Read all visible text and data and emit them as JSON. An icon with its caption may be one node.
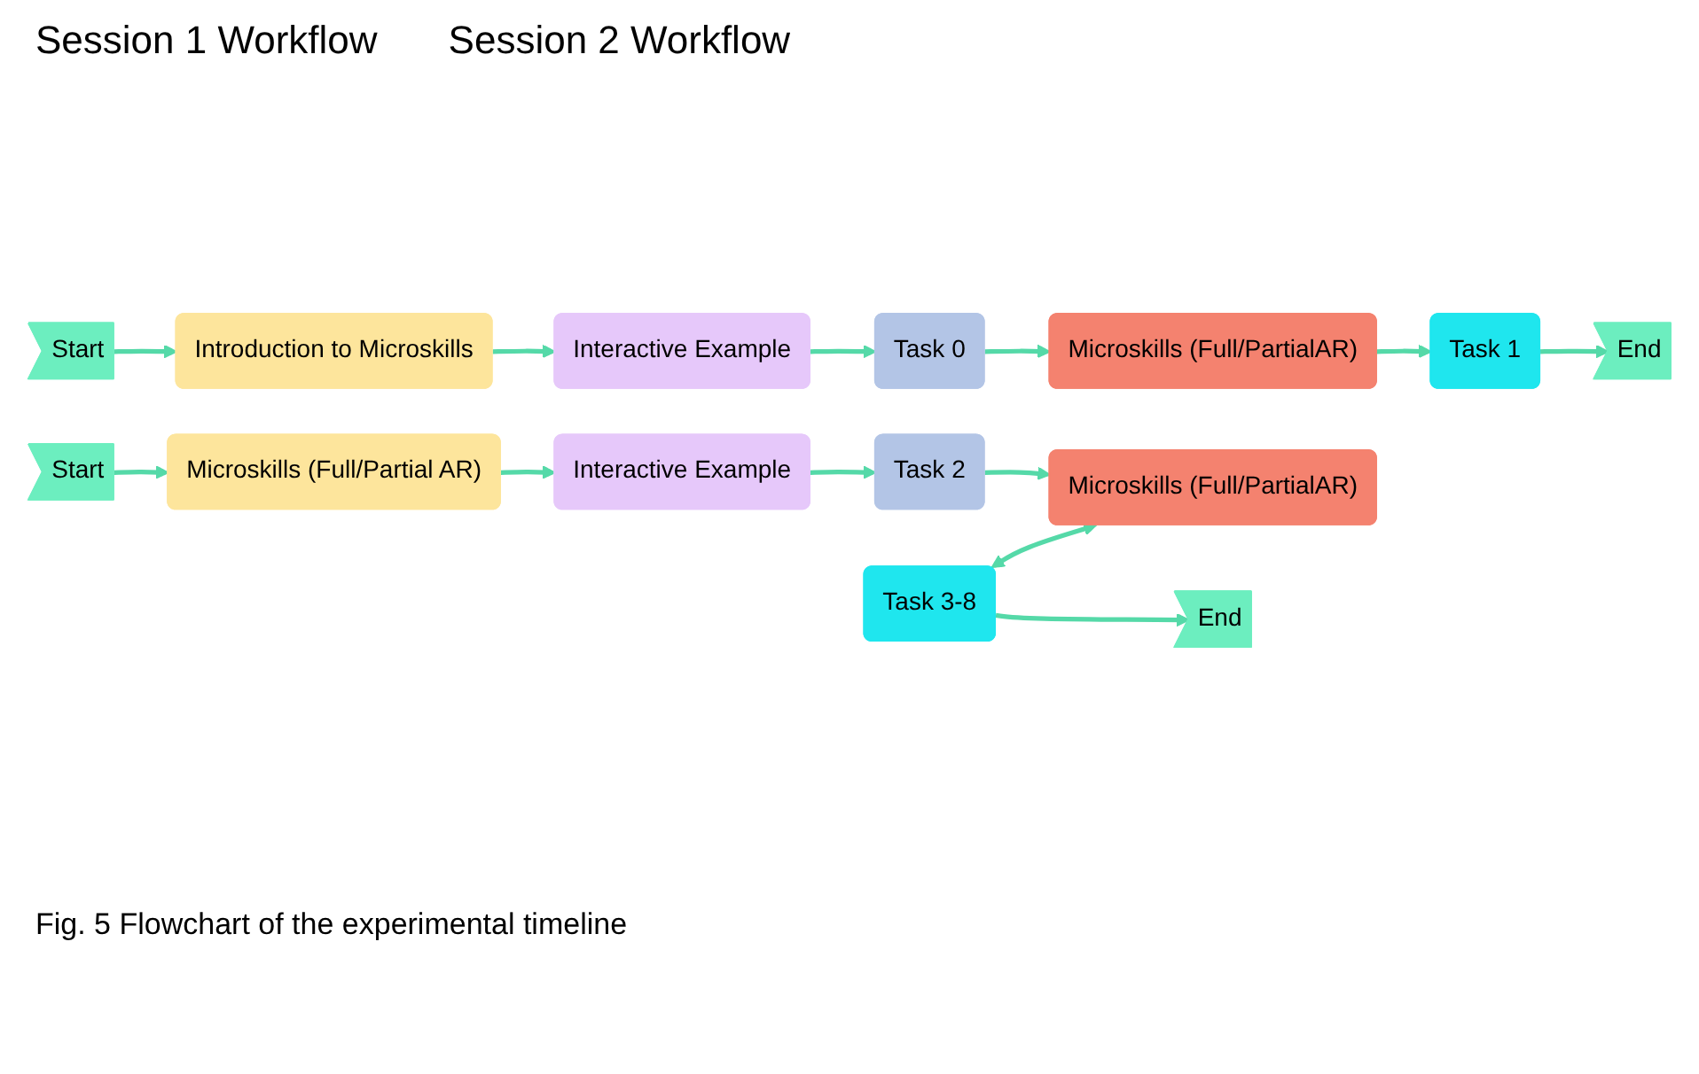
{
  "diagram": {
    "caption": "Fig. 5 Flowchart of the experimental timeline",
    "nodes": [
      {
        "text": [
          "Start"
        ]
      },
      {
        "text": [
          "Introduction to Microskills"
        ]
      },
      {
        "text": [
          "Interactive Example"
        ]
      },
      {
        "text": [
          "Task 0"
        ]
      },
      {
        "text": [
          "Microskills (Full/PartialAR)"
        ]
      },
      {
        "text": [
          "Task 1"
        ]
      },
      {
        "text": [
          "End"
        ]
      },
      {
        "text": [
          "Start"
        ]
      },
      {
        "text": [
          "Microskills (Full/Partial AR)"
        ]
      },
      {
        "text": [
          "Interactive Example"
        ]
      },
      {
        "text": [
          "Task 2"
        ]
      },
      {
        "text": [
          "Microskills (Full/PartialAR)"
        ]
      },
      {
        "text": [
          "Task 3-8"
        ]
      },
      {
        "text": [
          "End"
        ]
      }
    ],
    "edges": [
      {
        "from": 0,
        "to": 1,
        "arrow": "to"
      },
      {
        "from": 1,
        "to": 2,
        "arrow": "to"
      },
      {
        "from": 2,
        "to": 3,
        "arrow": "to"
      },
      {
        "from": 3,
        "to": 4,
        "arrow": "to"
      },
      {
        "from": 4,
        "to": 5,
        "arrow": "to"
      },
      {
        "from": 5,
        "to": 6,
        "arrow": "to"
      },
      {
        "from": 7,
        "to": 8,
        "arrow": "to"
      },
      {
        "from": 8,
        "to": 9,
        "arrow": "to"
      },
      {
        "from": 9,
        "to": 10,
        "arrow": "to"
      },
      {
        "from": 10,
        "to": 11,
        "arrow": "to"
      },
      {
        "from": 12,
        "to": 11,
        "arrow": "both"
      },
      {
        "from": 12,
        "to": 13,
        "arrow": "to"
      }
    ],
    "labels": [
      "Session 1 Workflow",
      "Session 2 Workflow"
    ]
  }
}
